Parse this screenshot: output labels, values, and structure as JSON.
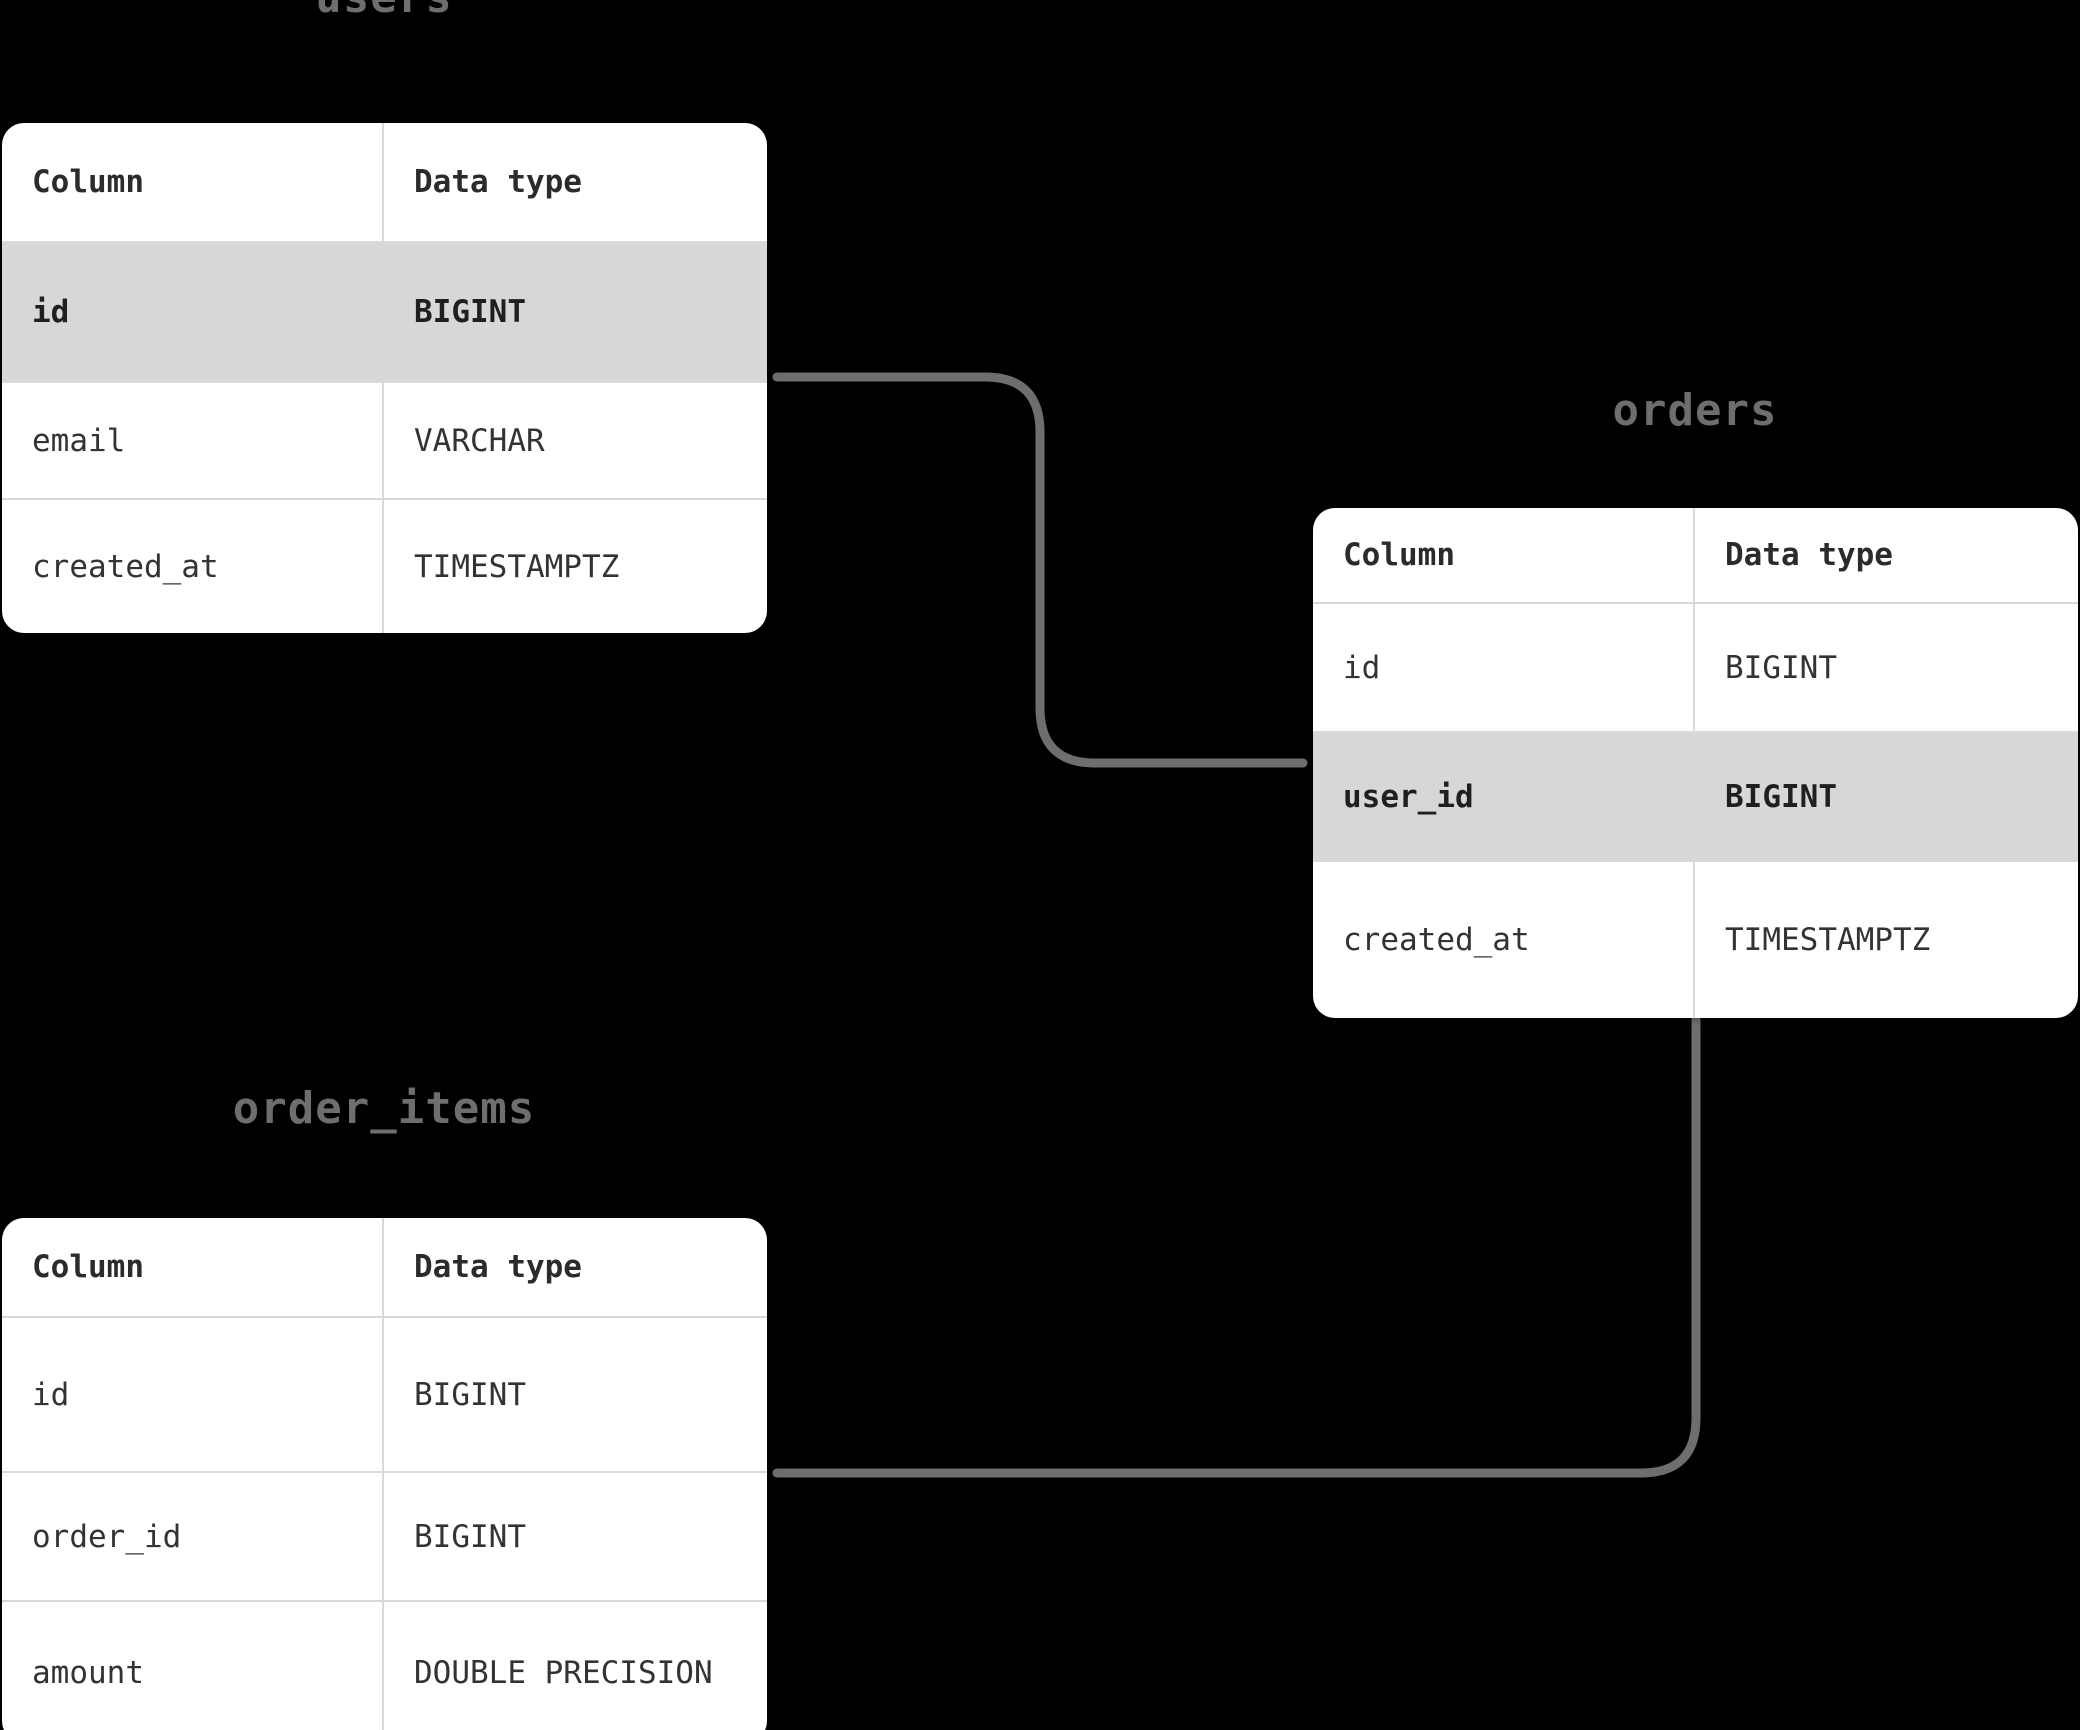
{
  "theme": {
    "background": "#000000",
    "card_background": "#ffffff",
    "highlight_row": "#d7d7d7",
    "grid_line": "#d9d9d9",
    "title_color": "#6e6e6e",
    "text_color": "#333333",
    "edge_color": "#6e6e6e"
  },
  "diagram": {
    "type": "entity-relationship-diagram",
    "headers": {
      "column": "Column",
      "data_type": "Data type"
    },
    "tables": [
      {
        "id": "users",
        "name": "users",
        "rows": [
          {
            "column": "id",
            "data_type": "BIGINT",
            "highlight": true
          },
          {
            "column": "email",
            "data_type": "VARCHAR",
            "highlight": false
          },
          {
            "column": "created_at",
            "data_type": "TIMESTAMPTZ",
            "highlight": false
          }
        ]
      },
      {
        "id": "orders",
        "name": "orders",
        "rows": [
          {
            "column": "id",
            "data_type": "BIGINT",
            "highlight": false
          },
          {
            "column": "user_id",
            "data_type": "BIGINT",
            "highlight": true
          },
          {
            "column": "created_at",
            "data_type": "TIMESTAMPTZ",
            "highlight": false
          }
        ]
      },
      {
        "id": "order_items",
        "name": "order_items",
        "rows": [
          {
            "column": "id",
            "data_type": "BIGINT",
            "highlight": false
          },
          {
            "column": "order_id",
            "data_type": "BIGINT",
            "highlight": false
          },
          {
            "column": "amount",
            "data_type": "DOUBLE PRECISION",
            "highlight": false
          }
        ]
      }
    ],
    "relationships": [
      {
        "id": "users-orders",
        "from_table": "users",
        "from_column": "id",
        "to_table": "orders",
        "to_column": "user_id"
      },
      {
        "id": "orders-order_items",
        "from_table": "orders",
        "from_column": "id",
        "to_table": "order_items",
        "to_column": "order_id"
      }
    ]
  }
}
